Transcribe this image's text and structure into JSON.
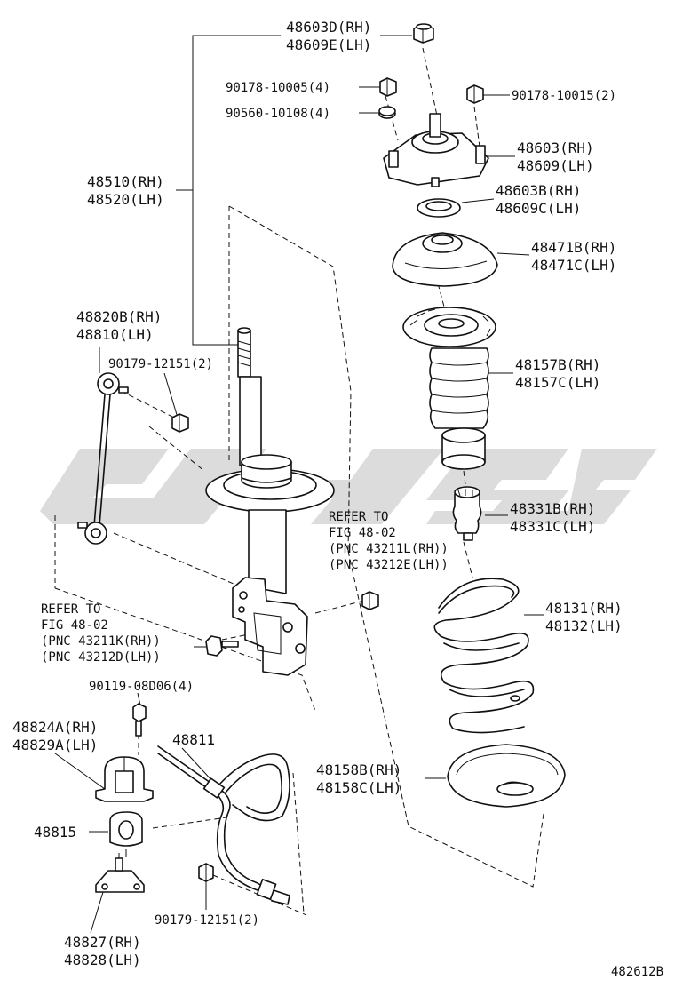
{
  "watermark": "CHSC",
  "drawing_number": "482612B",
  "labels": {
    "l_48603D": "48603D(RH)",
    "l_48609E": "48609E(LH)",
    "l_90178_10005": "90178-10005(4)",
    "l_90560_10108": "90560-10108(4)",
    "l_90178_10015": "90178-10015(2)",
    "l_48603": "48603(RH)",
    "l_48609": "48609(LH)",
    "l_48510": "48510(RH)",
    "l_48520": "48520(LH)",
    "l_48603B": "48603B(RH)",
    "l_48609C": "48609C(LH)",
    "l_48471B": "48471B(RH)",
    "l_48471C": "48471C(LH)",
    "l_48820B": "48820B(RH)",
    "l_48810": "48810(LH)",
    "l_90179_12151_a": "90179-12151(2)",
    "l_48157B": "48157B(RH)",
    "l_48157C": "48157C(LH)",
    "l_48331B": "48331B(RH)",
    "l_48331C": "48331C(LH)",
    "l_refer_r1": "REFER TO",
    "l_refer_r2": "FIG 48-02",
    "l_refer_r3": "(PNC 43211L(RH))",
    "l_refer_r4": "(PNC 43212E(LH))",
    "l_48131": "48131(RH)",
    "l_48132": "48132(LH)",
    "l_refer_l1": "REFER TO",
    "l_refer_l2": "FIG 48-02",
    "l_refer_l3": "(PNC 43211K(RH))",
    "l_refer_l4": "(PNC 43212D(LH))",
    "l_90119_08D06": "90119-08D06(4)",
    "l_48824A": "48824A(RH)",
    "l_48829A": "48829A(LH)",
    "l_48811": "48811",
    "l_48158B": "48158B(RH)",
    "l_48158C": "48158C(LH)",
    "l_48815": "48815",
    "l_90179_12151_b": "90179-12151(2)",
    "l_48827": "48827(RH)",
    "l_48828": "48828(LH)"
  }
}
